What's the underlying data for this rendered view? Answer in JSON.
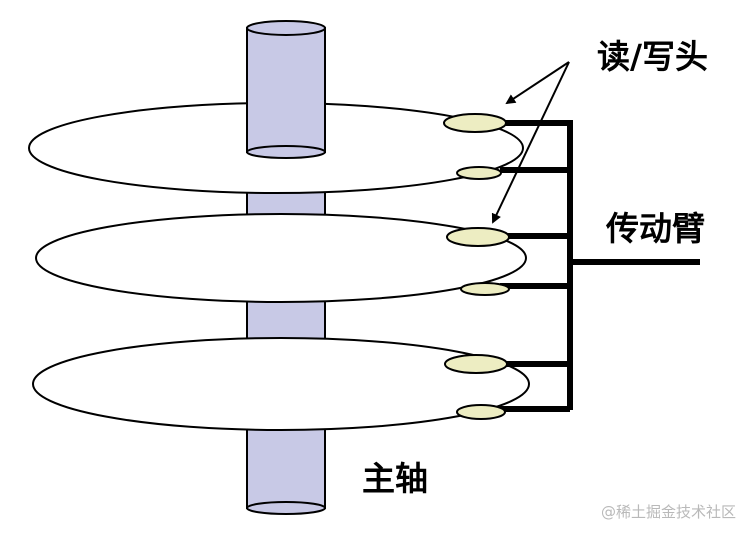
{
  "labels": {
    "read_write_head": "读/写头",
    "actuator_arm": "传动臂",
    "spindle": "主轴"
  },
  "watermark": "@稀土掘金技术社区",
  "colors": {
    "spindle_fill": "#c8c9e6",
    "head_fill": "#ededc2",
    "platter_fill": "#ffffff",
    "stroke": "#000000"
  }
}
